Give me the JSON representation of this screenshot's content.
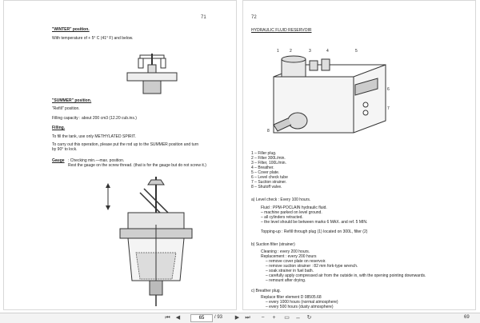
{
  "left_page": {
    "page_number": "71",
    "winter_heading": "\"WINTER\" position.",
    "winter_text": "With temperature of + 5° C (41° F) and below.",
    "summer_heading": "\"SUMMER\" position.",
    "summer_refill": "\"Refill\" position.",
    "filling_capacity": "Filling capacity : about 200 cm3 (12.20 cub.ins.)",
    "filling_heading": "Filling.",
    "filling_text": "To fill the tank, use only METHYLATED SPIRIT.",
    "carry_out_1": "To carry out this operation, please put the rod up to the SUMMER position and turn",
    "carry_out_2": "by 90° to lock.",
    "gauge_label": "Gauge",
    "gauge_text_1": ": Checking min.—max. position.",
    "gauge_text_2": "Rest the gauge on the screw thread. (that is for the gauge but do not screw it.)"
  },
  "right_page": {
    "page_number": "72",
    "title": "HYDRAULIC FLUID RESERVOIR",
    "legend": [
      "1  – Filler plug.",
      "2  – Filter 300L/min.",
      "3  – Filter, 100L/min.",
      "4  – Breather.",
      "5  – Cover plate.",
      "6  – Level check tube",
      "7  – Suction strainer.",
      "8  – Shutoff valve."
    ],
    "section_a_heading": "a)   Level check : Every 100 hours.",
    "section_a_lines": [
      "Fluid : PPM-POCLAIN hydraulic fluid.",
      "– machine parked on level ground.",
      "– all cylinders retracted.",
      "– the level should be between marks 6 MAX. and ref. 5 MIN."
    ],
    "topping_up": "Topping-up : Refill through plug (1) located on 300L, filter (2)",
    "section_b_heading": "b)   Suction filter (strainer)",
    "section_b_lines": [
      "Cleaning : every 200 hours.",
      "Replacement : every 200 hours",
      "– remove cover plate on reservoir.",
      "– remove suction strainer : 82 mm fork-type wrench.",
      "– soak strainer in fuel bath.",
      "– carefully apply compressed air from the outside in, with the opening pointing downwards.",
      "– remount after drying."
    ],
    "section_c_heading": "c)   Breather plug.",
    "section_c_lines": [
      "Replace filter element D 08505.68",
      "– every 1000 hours (normal atmosphere)",
      "– every 500 hours (dusty atmosphere)"
    ],
    "callouts": [
      "1",
      "2",
      "3",
      "4",
      "5",
      "6",
      "7",
      "8"
    ]
  },
  "toolbar": {
    "current_page": "65",
    "total_pages": "/ 93",
    "zoom_partial": "69"
  }
}
